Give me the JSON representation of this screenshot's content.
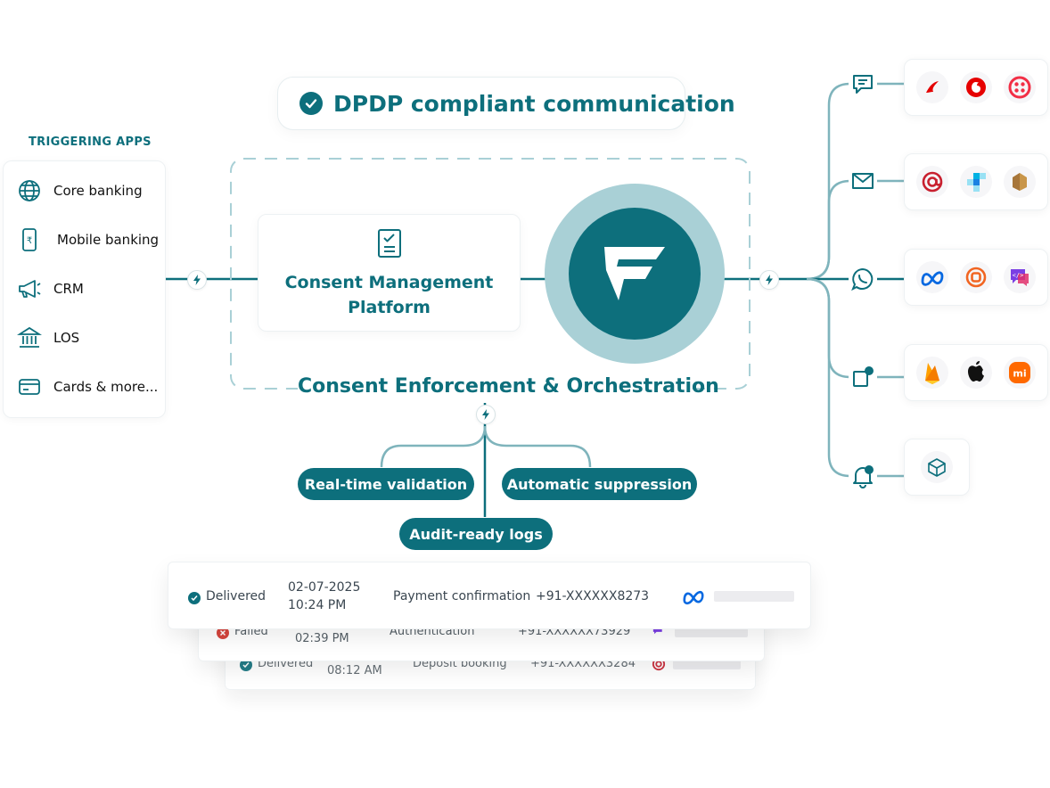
{
  "header": {
    "title": "DPDP compliant communication"
  },
  "triggering_apps": {
    "heading": "TRIGGERING APPS",
    "items": [
      {
        "label": "Core banking",
        "icon": "globe-icon"
      },
      {
        "label": "Mobile banking",
        "icon": "rupee-phone-icon"
      },
      {
        "label": "CRM",
        "icon": "megaphone-icon"
      },
      {
        "label": "LOS",
        "icon": "bank-icon"
      },
      {
        "label": "Cards & more...",
        "icon": "card-icon"
      }
    ]
  },
  "platform": {
    "title_line1": "Consent Management",
    "title_line2": "Platform",
    "enforcement_label": "Consent  Enforcement & Orchestration"
  },
  "features": {
    "realtime": "Real-time validation",
    "suppression": "Automatic suppression",
    "audit": "Audit-ready logs"
  },
  "channels": [
    {
      "name": "sms-icon",
      "providers": [
        "airtel-logo-icon",
        "vodafone-logo-icon",
        "twilio-logo-icon"
      ]
    },
    {
      "name": "email-icon",
      "providers": [
        "at-sign-logo-icon",
        "sendgrid-logo-icon",
        "mailchimp-logo-icon"
      ]
    },
    {
      "name": "whatsapp-icon",
      "providers": [
        "meta-logo-icon",
        "ring-logo-icon",
        "code-chat-logo-icon"
      ]
    },
    {
      "name": "push-notification-icon",
      "providers": [
        "firebase-logo-icon",
        "apple-logo-icon",
        "xiaomi-logo-icon"
      ]
    },
    {
      "name": "bell-icon",
      "providers": [
        "package-logo-icon"
      ]
    }
  ],
  "logs": {
    "front": {
      "status": "Delivered",
      "date": "02-07-2025",
      "time": "10:24 PM",
      "message": "Payment confirmation",
      "phone": "+91-XXXXXX8273"
    },
    "middle": {
      "status": "Failed",
      "time": "02:39 PM",
      "message": "Authentication",
      "phone": "+91-XXXXXX73929"
    },
    "back": {
      "status": "Delivered",
      "time": "08:12 AM",
      "message": "Deposit booking",
      "phone": "+91-XXXXXX3284"
    }
  },
  "colors": {
    "brand": "#0d6f7c",
    "ring": "#a9d0d6",
    "wire": "#0d6f7c",
    "branch": "#7fb4bc",
    "failed": "#d6453d"
  }
}
